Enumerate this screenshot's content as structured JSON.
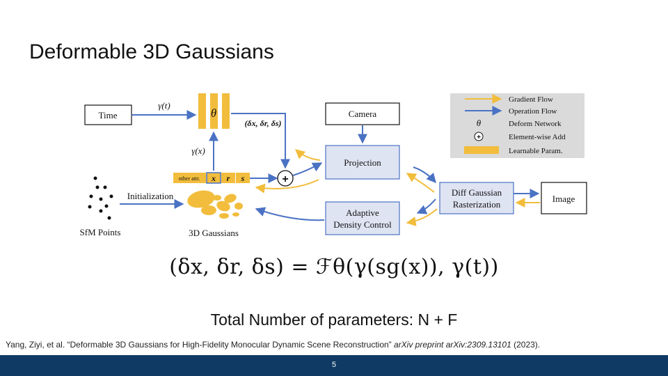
{
  "slide": {
    "title": "Deformable 3D Gaussians",
    "equation": "(δx, δr, δs) = ℱθ(γ(sg(x)), γ(t))",
    "total_params": "Total Number of parameters: N + F",
    "citation_main": "Yang, Ziyi, et al. “Deformable 3D Gaussians for High-Fidelity Monocular Dynamic Scene Reconstruction” ",
    "citation_venue": "arXiv preprint arXiv:2309.13101",
    "citation_year": " (2023).",
    "page_number": "5"
  },
  "diagram": {
    "time_label": "Time",
    "gamma_t": "γ(t)",
    "gamma_x": "γ(x)",
    "theta": "θ",
    "deltas": "(δx, δr, δs)",
    "camera_label": "Camera",
    "projection_label": "Projection",
    "adaptive_line1": "Adaptive",
    "adaptive_line2": "Density Control",
    "rasterization_line1": "Diff Gaussian",
    "rasterization_line2": "Rasterization",
    "image_label": "Image",
    "initialization_label": "Initialization",
    "sfm_label": "SfM Points",
    "gaussians_label": "3D Gaussians",
    "other_attr": "other attr.",
    "attr_x": "x",
    "attr_r": "r",
    "attr_s": "s",
    "plus_symbol": "+"
  },
  "legend": {
    "gradient_flow": "Gradient Flow",
    "operation_flow": "Operation Flow",
    "deform_symbol": "θ",
    "deform_network": "Deform Network",
    "add_symbol": "+",
    "elementwise_add": "Element-wise Add",
    "learnable_param": "Learnable Param."
  },
  "colors": {
    "operation_flow": "#4a72c4",
    "gradient_flow": "#f2bd3c",
    "learnable": "#f2bd3c",
    "module_fill": "#dfe4f2",
    "footer": "#0e3a63"
  }
}
